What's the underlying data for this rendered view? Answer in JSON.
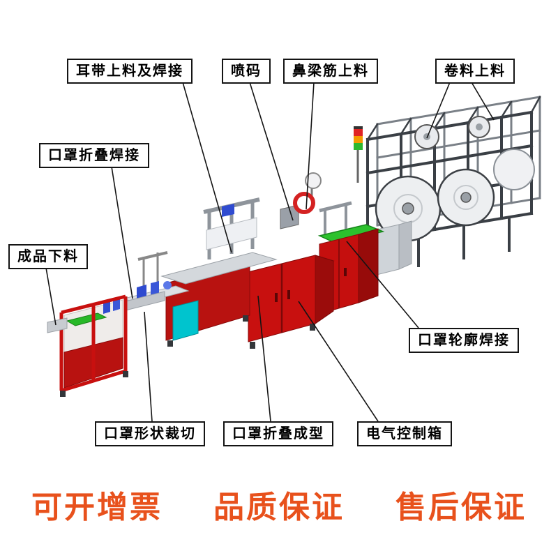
{
  "labels": {
    "earband": "耳带上料及焊接",
    "inkjet": "喷码",
    "nose_strip": "鼻梁筋上料",
    "roll_feed": "卷料上料",
    "fold_weld": "口罩折叠焊接",
    "finished_unload": "成品下料",
    "contour_weld": "口罩轮廓焊接",
    "shape_cut": "口罩形状裁切",
    "fold_form": "口罩折叠成型",
    "control_box": "电气控制箱"
  },
  "footer": {
    "item1": "可开增票",
    "item2": "品质保证",
    "item3": "售后保证",
    "color": "#e8511c"
  },
  "colors": {
    "cabinet_red": "#c8100f",
    "cabinet_red_dark": "#970b0a",
    "accent_green": "#2dc12d",
    "accent_cyan": "#00c4ce",
    "accent_blue": "#2f4bd0",
    "frame_dark": "#3a3f45",
    "frame_light": "#7a8087",
    "table_gray": "#d4d8dc",
    "label_border": "#141414"
  }
}
